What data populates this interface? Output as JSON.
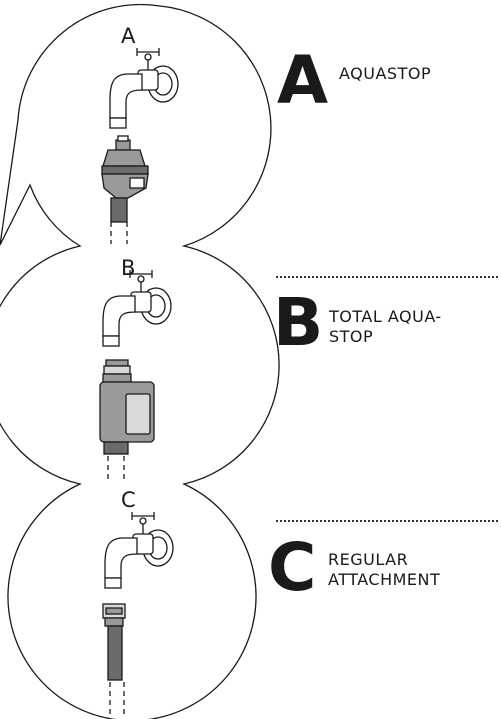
{
  "options": [
    {
      "circle_letter": "A",
      "letter": "A",
      "label_lines": [
        "AQUASTOP"
      ]
    },
    {
      "circle_letter": "B",
      "letter": "B",
      "label_lines": [
        "TOTAL AQUA-",
        "STOP"
      ]
    },
    {
      "circle_letter": "C",
      "letter": "C",
      "label_lines": [
        "REGULAR",
        "ATTACHMENT"
      ]
    }
  ],
  "colors": {
    "line": "#1a1a1a",
    "dark_gray": "#6b6b6b",
    "mid_gray": "#9a9a9a",
    "light_gray": "#d9d9d9"
  }
}
